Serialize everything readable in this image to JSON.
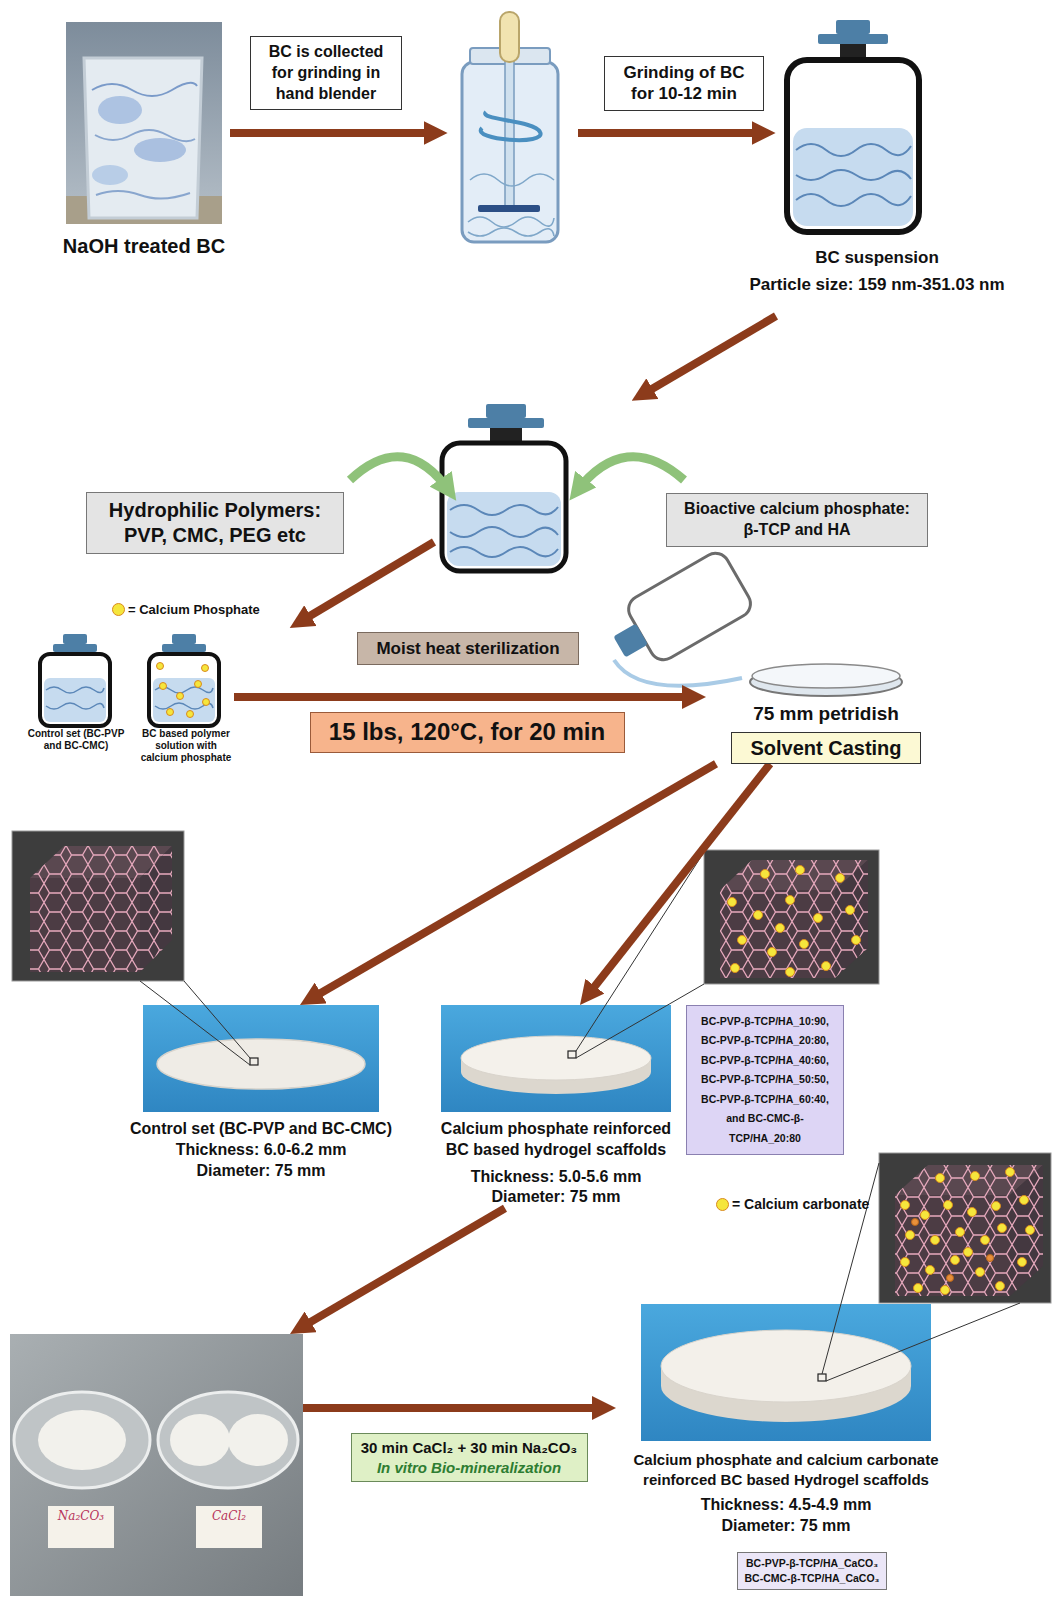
{
  "diagram": {
    "nodes": [
      {
        "text": [
          "NaOH treated BC"
        ]
      },
      {
        "text": [
          "BC is collected for grinding in hand blender"
        ]
      },
      {
        "text": [
          "Grinding of BC for 10-12 min"
        ]
      },
      {
        "text": [
          "BC suspension",
          "Particle size: 159 nm-351.03 nm"
        ]
      },
      {
        "text": [
          "Hydrophilic Polymers: PVP, CMC, PEG etc"
        ]
      },
      {
        "text": [
          "Bioactive calcium phosphate: β-TCP and HA"
        ]
      },
      {
        "text": [
          "Control set (BC-PVP and BC-CMC)"
        ]
      },
      {
        "text": [
          "BC based polymer solution with calcium phosphate"
        ]
      },
      {
        "text": [
          "Moist heat sterilization"
        ]
      },
      {
        "text": [
          "15 lbs, 120°C, for 20 min"
        ]
      },
      {
        "text": [
          "75 mm petridish",
          "Solvent Casting"
        ]
      },
      {
        "text": [
          "Control set (BC-PVP and BC-CMC)",
          "Thickness: 6.0-6.2 mm",
          "Diameter: 75 mm"
        ]
      },
      {
        "text": [
          "Calcium phosphate reinforced BC based hydrogel scaffolds",
          "Thickness: 5.0-5.6 mm",
          "Diameter: 75 mm"
        ]
      },
      {
        "text": [
          "BC-PVP-β-TCP/HA_10:90, BC-PVP-β-TCP/HA_20:80, BC-PVP-β-TCP/HA_40:60, BC-PVP-β-TCP/HA_50:50, BC-PVP-β-TCP/HA_60:40, and BC-CMC-β-TCP/HA_20:80"
        ]
      },
      {
        "text": [
          "Na₂CO₃",
          "CaCl₂"
        ]
      },
      {
        "text": [
          "30 min CaCl₂ + 30 min Na₂CO₃",
          "In vitro Bio-mineralization"
        ]
      },
      {
        "text": [
          "Calcium phosphate and calcium carbonate reinforced BC based Hydrogel scaffolds",
          "Thickness: 4.5-4.9 mm",
          "Diameter: 75 mm"
        ]
      },
      {
        "text": [
          "BC-PVP-β-TCP/HA_CaCO₃ BC-CMC-β-TCP/HA_CaCO₃"
        ]
      }
    ],
    "edges": [
      {
        "from": 7,
        "to": 10,
        "arrow": "to"
      },
      {
        "from": 10,
        "to": 11,
        "arrow": "to"
      },
      {
        "from": 10,
        "to": 12,
        "arrow": "to"
      },
      {
        "from": 12,
        "to": 14,
        "arrow": "to"
      },
      {
        "from": 14,
        "to": 16,
        "arrow": "to"
      }
    ],
    "legend": [
      {
        "text": "= Calcium Phosphate",
        "color": "#f5e63c"
      },
      {
        "text": "= Calcium carbonate",
        "color": "#f5e63c"
      }
    ]
  }
}
